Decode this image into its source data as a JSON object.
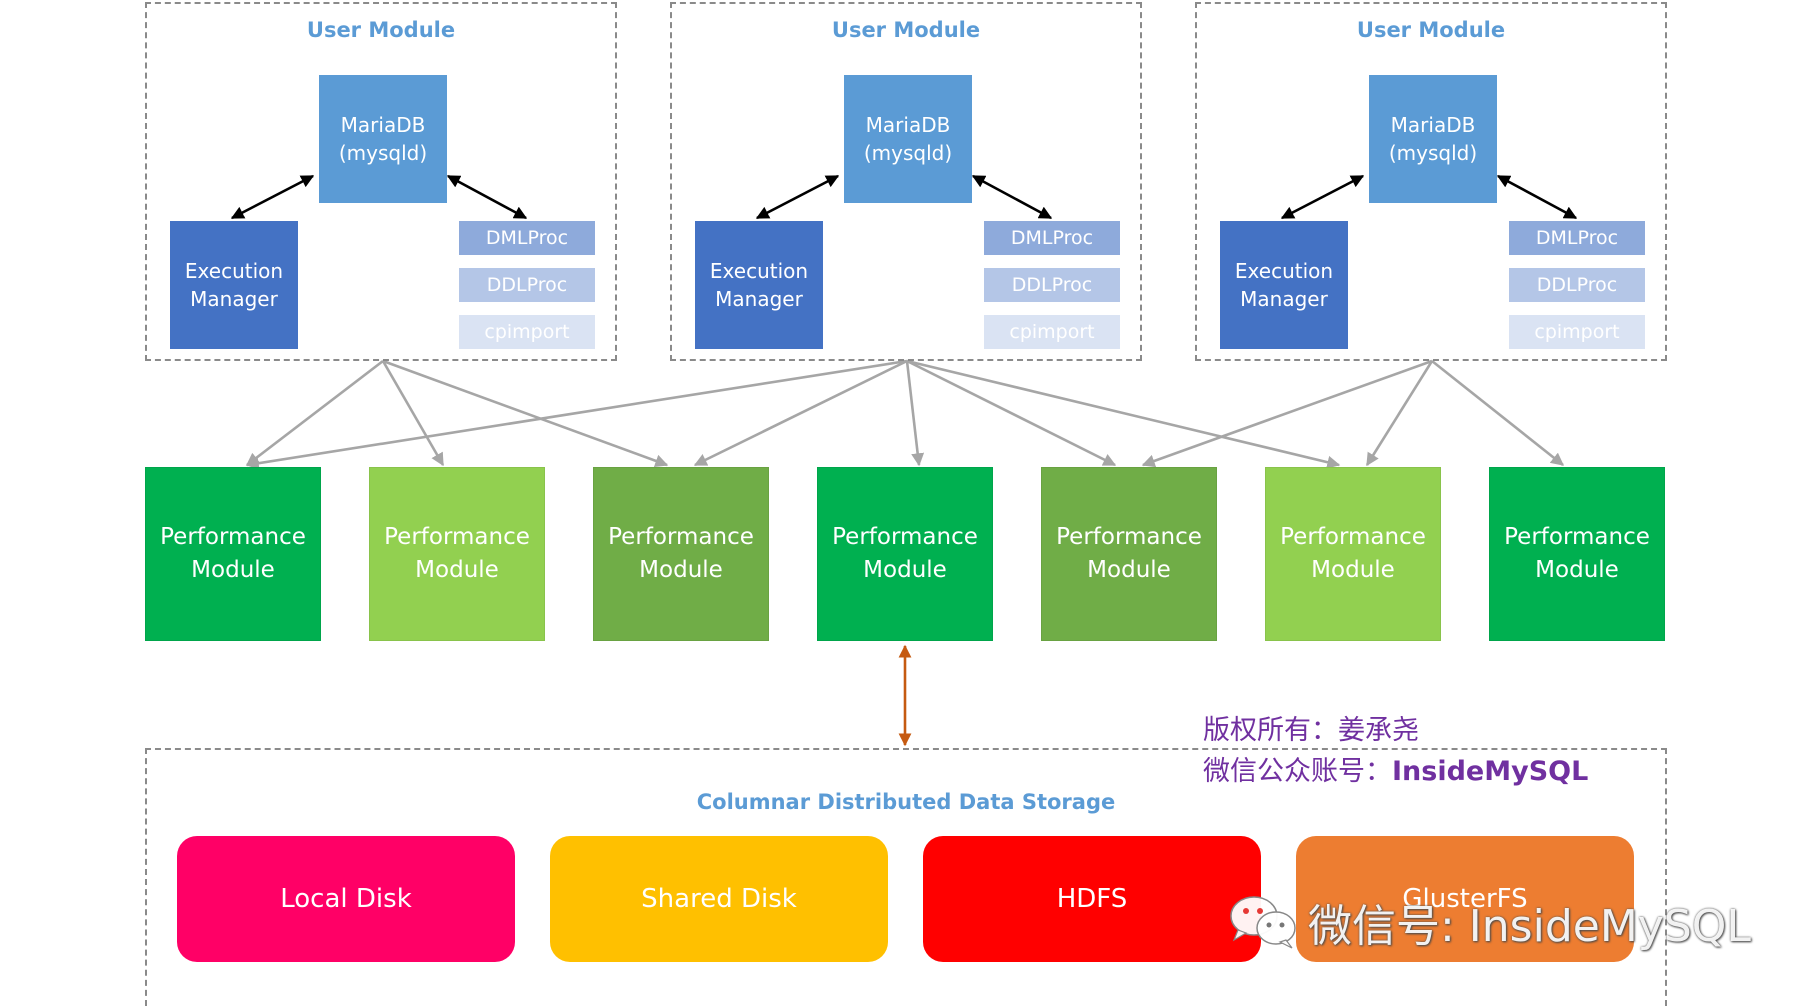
{
  "user_modules": [
    {
      "title": "User Module",
      "mariadb": "MariaDB\n(mysqld)",
      "exec": "Execution\nManager",
      "dml": "DMLProc",
      "ddl": "DDLProc",
      "cpimport": "cpimport"
    },
    {
      "title": "User Module",
      "mariadb": "MariaDB\n(mysqld)",
      "exec": "Execution\nManager",
      "dml": "DMLProc",
      "ddl": "DDLProc",
      "cpimport": "cpimport"
    },
    {
      "title": "User Module",
      "mariadb": "MariaDB\n(mysqld)",
      "exec": "Execution\nManager",
      "dml": "DMLProc",
      "ddl": "DDLProc",
      "cpimport": "cpimport"
    }
  ],
  "performance_modules": [
    {
      "label": "Performance\nModule",
      "color": "#00b050"
    },
    {
      "label": "Performance\nModule",
      "color": "#92d050"
    },
    {
      "label": "Performance\nModule",
      "color": "#70ad47"
    },
    {
      "label": "Performance\nModule",
      "color": "#00b050"
    },
    {
      "label": "Performance\nModule",
      "color": "#70ad47"
    },
    {
      "label": "Performance\nModule",
      "color": "#92d050"
    },
    {
      "label": "Performance\nModule",
      "color": "#00b050"
    }
  ],
  "storage": {
    "title": "Columnar Distributed Data Storage",
    "disks": [
      {
        "label": "Local Disk",
        "color": "#ff0066"
      },
      {
        "label": "Shared Disk",
        "color": "#ffc000"
      },
      {
        "label": "HDFS",
        "color": "#ff0000"
      },
      {
        "label": "GlusterFS",
        "color": "#ed7d31"
      }
    ]
  },
  "copyright": {
    "line1": "版权所有：姜承尧",
    "line2_prefix": "微信公众账号：",
    "line2_account": "InsideMySQL"
  },
  "watermark": {
    "text": "微信号: InsideMySQL",
    "icon": "wechat-icon"
  },
  "colors": {
    "arrow_black": "#000000",
    "arrow_gray": "#a6a6a6",
    "arrow_red": "#c55a11",
    "dash": "#8a8a8a"
  }
}
